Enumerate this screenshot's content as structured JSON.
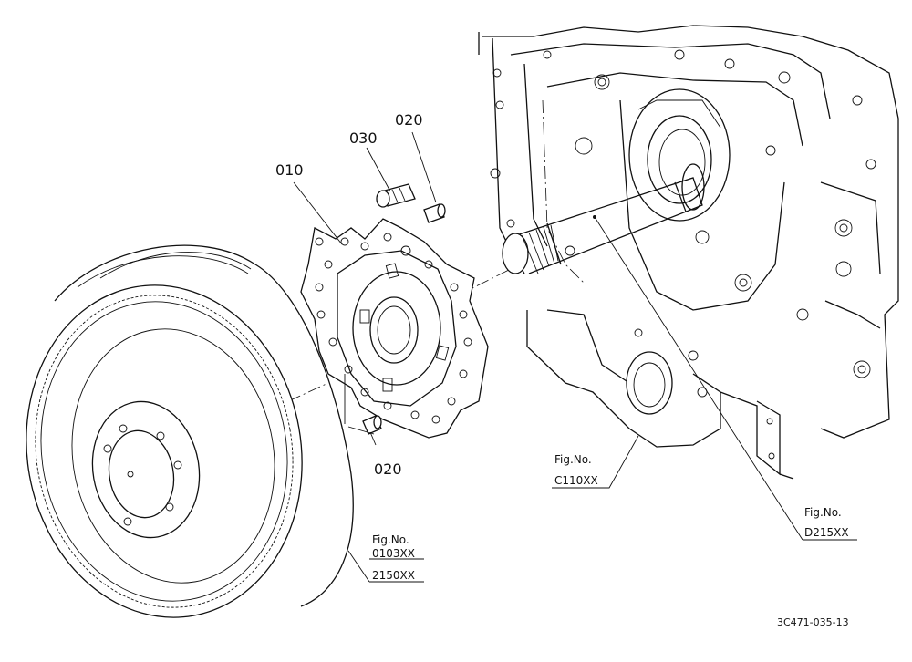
{
  "callouts": {
    "c010": "010",
    "c020_top": "020",
    "c030": "030",
    "c020_bottom": "020"
  },
  "references": {
    "flywheel": {
      "line1": "Fig.No.",
      "line2": "0103XX",
      "line3": "2150XX"
    },
    "housing": {
      "line1": "Fig.No.",
      "line2": "C110XX"
    },
    "shaft": {
      "line1": "Fig.No.",
      "line2": "D215XX"
    }
  },
  "drawing_code": "3C471-035-13",
  "colors": {
    "ink": "#111111",
    "paper": "#ffffff"
  }
}
